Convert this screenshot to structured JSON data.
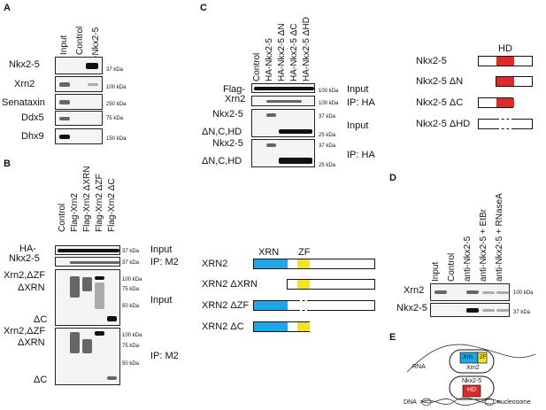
{
  "panel_letters": {
    "a": "A",
    "b": "B",
    "c": "C",
    "d": "D",
    "e": "E"
  },
  "mw": {
    "k37": "37 kDa",
    "k100": "100 kDa",
    "k250": "250 kDa",
    "k75": "75 kDa",
    "k150": "150 kDa",
    "k50": "50 kDa",
    "k25": "25 kDa"
  },
  "panelA": {
    "lanes": [
      "Input",
      "Control",
      "anti-Nkx2-5"
    ],
    "rows": [
      "Nkx2-5",
      "Xrn2",
      "Senataxin",
      "Ddx5",
      "Dhx9"
    ]
  },
  "panelB": {
    "lanes": [
      "Control",
      "Flag-Xrn2",
      "Flag-Xrn2 ΔXRN",
      "Flag-Xrn2 ΔZF",
      "Flag-Xrn2 ΔC"
    ],
    "top_labels": [
      "HA-",
      "Nkx2-5"
    ],
    "input": "Input",
    "ip": "IP: M2",
    "markers": [
      "Xrn2,ΔZF",
      "ΔXRN",
      "ΔC"
    ]
  },
  "panelC": {
    "lanes": [
      "Control",
      "HA-Nkx2-5",
      "HA-Nkx2-5 ΔN",
      "HA-Nkx2-5 ΔC",
      "HA-Nkx2-5 ΔHD"
    ],
    "flag": [
      "Flag-",
      "Xrn2"
    ],
    "input": "Input",
    "ip": "IP: HA",
    "rows": [
      "Nkx2-5",
      "ΔN,C,HD"
    ],
    "hd": "HD",
    "constructs": [
      "Nkx2-5",
      "Nkx2-5 ΔN",
      "Nkx2-5 ΔC",
      "Nkx2-5 ΔHD"
    ]
  },
  "panelXrn": {
    "xrn": "XRN",
    "zf": "ZF",
    "constructs": [
      "XRN2",
      "XRN2 ΔXRN",
      "XRN2 ΔZF",
      "XRN2 ΔC"
    ]
  },
  "panelD": {
    "lanes": [
      "Input",
      "Control",
      "anti-Nkx2-5",
      "anti-Nkx2-5 + EtBr",
      "anti-Nkx2-5 + RNaseA"
    ],
    "rows": [
      "Xrn2",
      "Nkx2-5"
    ]
  },
  "panelE": {
    "rna": "RNA",
    "xrn": "Xrn",
    "zf": "ZF",
    "xrn2": "Xrn2",
    "nkx": "Nkx2-5",
    "hd": "HD",
    "dna": "DNA",
    "nucleosome": "nucleosome"
  },
  "colors": {
    "xrn": "#1ea7e8",
    "zf": "#f5e12a",
    "hd": "#e02a2a"
  }
}
